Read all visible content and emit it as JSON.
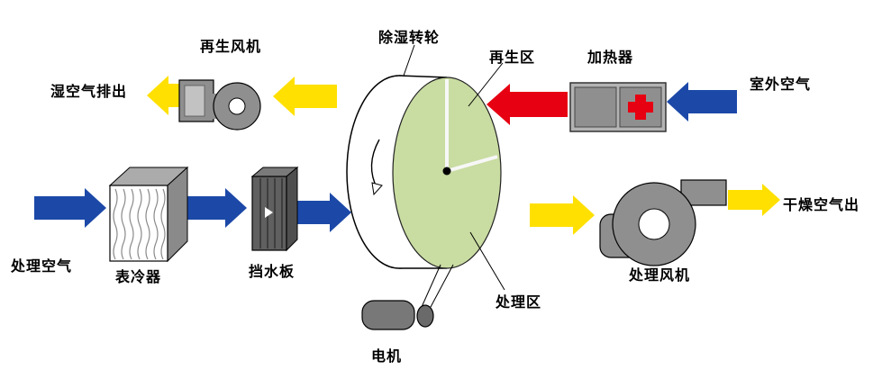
{
  "diagram": {
    "labels": {
      "humid_air_out": "湿空气排出",
      "regen_fan": "再生风机",
      "wheel": "除湿转轮",
      "regen_zone": "再生区",
      "heater": "加热器",
      "outdoor_air": "室外空气",
      "process_air": "处理空气",
      "cooler": "表冷器",
      "baffle": "挡水板",
      "process_zone": "处理区",
      "process_fan": "处理风机",
      "dry_air_out": "干燥空气出",
      "motor": "电机"
    },
    "colors": {
      "blue_arrow": "#1C49A8",
      "yellow_arrow": "#FFE000",
      "red_arrow": "#E60012",
      "wheel_face_green": "#C9DCA2",
      "component_gray": "#909090",
      "dark_gray": "#5A5A5A",
      "heater_plus_red": "#E60012"
    },
    "flows": [
      {
        "name": "humid-air-exhaust",
        "color": "#FFE000",
        "direction": "left"
      },
      {
        "name": "wheel-to-regen-fan",
        "color": "#FFE000",
        "direction": "left"
      },
      {
        "name": "heater-to-wheel",
        "color": "#E60012",
        "direction": "left"
      },
      {
        "name": "outdoor-air-to-heater",
        "color": "#1C49A8",
        "direction": "left"
      },
      {
        "name": "process-air-to-cooler",
        "color": "#1C49A8",
        "direction": "right"
      },
      {
        "name": "cooler-to-baffle",
        "color": "#1C49A8",
        "direction": "right"
      },
      {
        "name": "baffle-to-wheel",
        "color": "#1C49A8",
        "direction": "right"
      },
      {
        "name": "wheel-to-process-fan",
        "color": "#FFE000",
        "direction": "right"
      },
      {
        "name": "dry-air-out",
        "color": "#FFE000",
        "direction": "right"
      }
    ]
  }
}
